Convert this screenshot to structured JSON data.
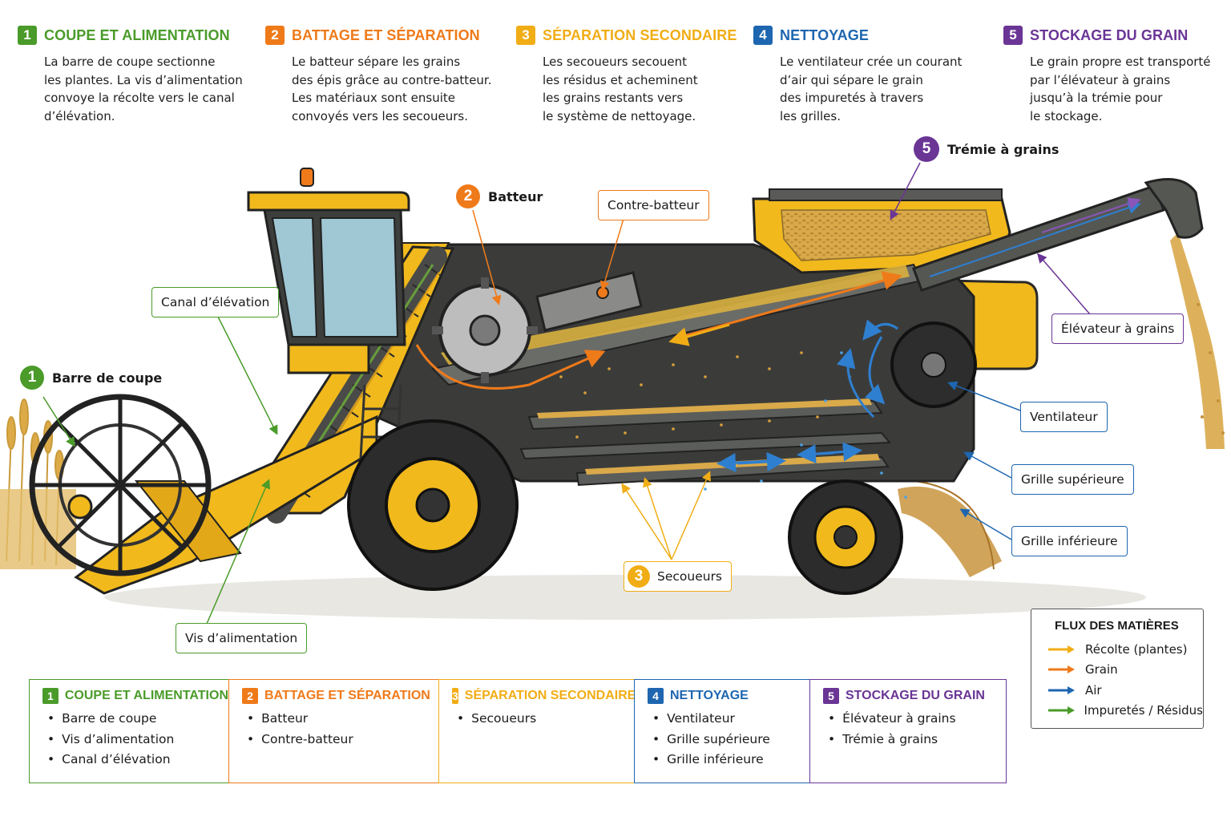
{
  "colors": {
    "step1": "#4a9b2a",
    "step2": "#ef7a1a",
    "step3": "#f1ad15",
    "step4": "#1e66b0",
    "step5": "#6a3595",
    "machine_yellow": "#f1b91c",
    "machine_dark": "#3b3c3a",
    "wheat": "#dcab48"
  },
  "steps": [
    {
      "num": "1",
      "title": "COUPE ET ALIMENTATION",
      "lines": [
        "La barre de coupe sectionne",
        "les plantes. La vis d’alimentation",
        "convoye la récolte vers le canal",
        "d’élévation."
      ]
    },
    {
      "num": "2",
      "title": "BATTAGE ET SÉPARATION",
      "lines": [
        "Le batteur sépare les grains",
        "des épis grâce au contre-batteur.",
        "Les matériaux sont ensuite",
        "convoyés vers les secoueurs."
      ]
    },
    {
      "num": "3",
      "title": "SÉPARATION SECONDAIRE",
      "lines": [
        "Les secoueurs secouent",
        "les résidus et acheminent",
        "les grains restants vers",
        "le système de nettoyage."
      ]
    },
    {
      "num": "4",
      "title": "NETTOYAGE",
      "lines": [
        "Le ventilateur crée un courant",
        "d’air qui sépare le grain",
        "des impuretés à travers",
        "les grilles."
      ]
    },
    {
      "num": "5",
      "title": "STOCKAGE DU GRAIN",
      "lines": [
        "Le grain propre est transporté",
        "par l’élévateur à grains",
        "jusqu’à la trémie pour",
        "le stockage."
      ]
    }
  ],
  "callouts": {
    "barre_coupe": {
      "num": "1",
      "label": "Barre de coupe"
    },
    "batteur": {
      "num": "2",
      "label": "Batteur"
    },
    "secoueurs": {
      "num": "3",
      "label": "Secoueurs"
    },
    "tremie": {
      "num": "5",
      "label": "Trémie à grains"
    },
    "canal": "Canal d’élévation",
    "vis": "Vis d’alimentation",
    "contre_batteur": "Contre-batteur",
    "elevateur": "Élévateur à grains",
    "ventilateur": "Ventilateur",
    "grille_sup": "Grille supérieure",
    "grille_inf": "Grille inférieure"
  },
  "summary": [
    {
      "num": "1",
      "title": "COUPE ET ALIMENTATION",
      "items": [
        "Barre de coupe",
        "Vis d’alimentation",
        "Canal d’élévation"
      ]
    },
    {
      "num": "2",
      "title": "BATTAGE ET SÉPARATION",
      "items": [
        "Batteur",
        "Contre-batteur"
      ]
    },
    {
      "num": "3",
      "title": "SÉPARATION SECONDAIRE",
      "items": [
        "Secoueurs"
      ]
    },
    {
      "num": "4",
      "title": "NETTOYAGE",
      "items": [
        "Ventilateur",
        "Grille supérieure",
        "Grille inférieure"
      ]
    },
    {
      "num": "5",
      "title": "STOCKAGE DU GRAIN",
      "items": [
        "Élévateur à grains",
        "Trémie à grains"
      ]
    }
  ],
  "legend": {
    "title": "FLUX DES MATIÈRES",
    "items": [
      {
        "label": "Récolte (plantes)",
        "color": "#f1ad15"
      },
      {
        "label": "Grain",
        "color": "#ef7a1a"
      },
      {
        "label": "Air",
        "color": "#1e66b0"
      },
      {
        "label": "Impuretés / Résidus",
        "color": "#4a9b2a"
      }
    ]
  }
}
